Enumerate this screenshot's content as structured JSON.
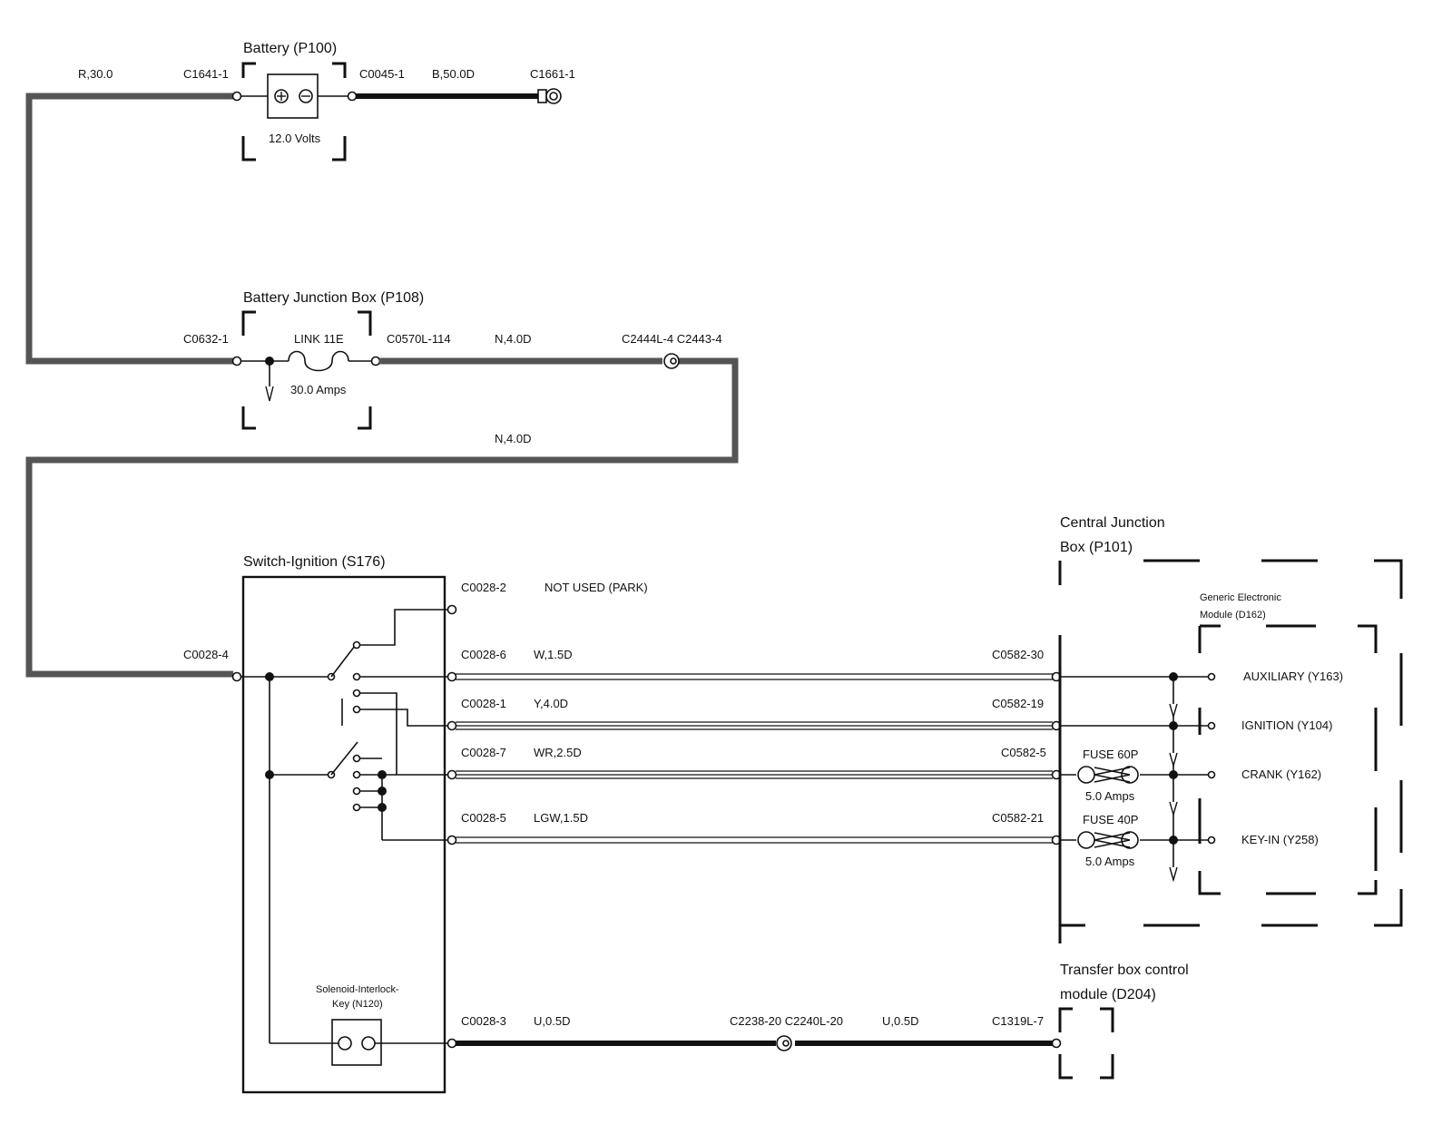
{
  "components": {
    "battery": {
      "title": "Battery (P100)",
      "value": "12.0 Volts"
    },
    "battery_junction_box": {
      "title": "Battery Junction Box (P108)",
      "fuse": "LINK 11E",
      "rating": "30.0 Amps"
    },
    "switch_ignition": {
      "title": "Switch-Ignition (S176)"
    },
    "solenoid": {
      "line1": "Solenoid-Interlock-",
      "line2": "Key (N120)"
    },
    "central_junction_box": {
      "line1": "Central Junction",
      "line2": "Box (P101)"
    },
    "gem": {
      "line1": "Generic Electronic",
      "line2": "Module (D162)"
    },
    "transfer_box": {
      "line1": "Transfer box control",
      "line2": "module (D204)"
    }
  },
  "connectors": {
    "c1641_1": "C1641-1",
    "c0045_1": "C0045-1",
    "c1661_1": "C1661-1",
    "c0632_1": "C0632-1",
    "c0570l_114": "C0570L-114",
    "c2444l_c2443": "C2444L-4 C2443-4",
    "c0028_4": "C0028-4",
    "c0028_2": "C0028-2",
    "c0028_6": "C0028-6",
    "c0028_1": "C0028-1",
    "c0028_7": "C0028-7",
    "c0028_5": "C0028-5",
    "c0028_3": "C0028-3",
    "c0582_30": "C0582-30",
    "c0582_19": "C0582-19",
    "c0582_5": "C0582-5",
    "c0582_21": "C0582-21",
    "c2238_c2240l": "C2238-20 C2240L-20",
    "c1319l_7": "C1319L-7"
  },
  "wires": {
    "r30": "R,30.0",
    "b50": "B,50.0D",
    "n4_top": "N,4.0D",
    "n4_bottom": "N,4.0D",
    "not_used": "NOT USED (PARK)",
    "w15": "W,1.5D",
    "y40": "Y,4.0D",
    "wr25": "WR,2.5D",
    "lgw15": "LGW,1.5D",
    "u05_left": "U,0.5D",
    "u05_right": "U,0.5D"
  },
  "fuses": {
    "f60": {
      "name": "FUSE 60P",
      "rating": "5.0 Amps"
    },
    "f40": {
      "name": "FUSE 40P",
      "rating": "5.0 Amps"
    }
  },
  "outputs": {
    "auxiliary": "AUXILIARY (Y163)",
    "ignition": "IGNITION (Y104)",
    "crank": "CRANK (Y162)",
    "keyin": "KEY-IN (Y258)"
  }
}
